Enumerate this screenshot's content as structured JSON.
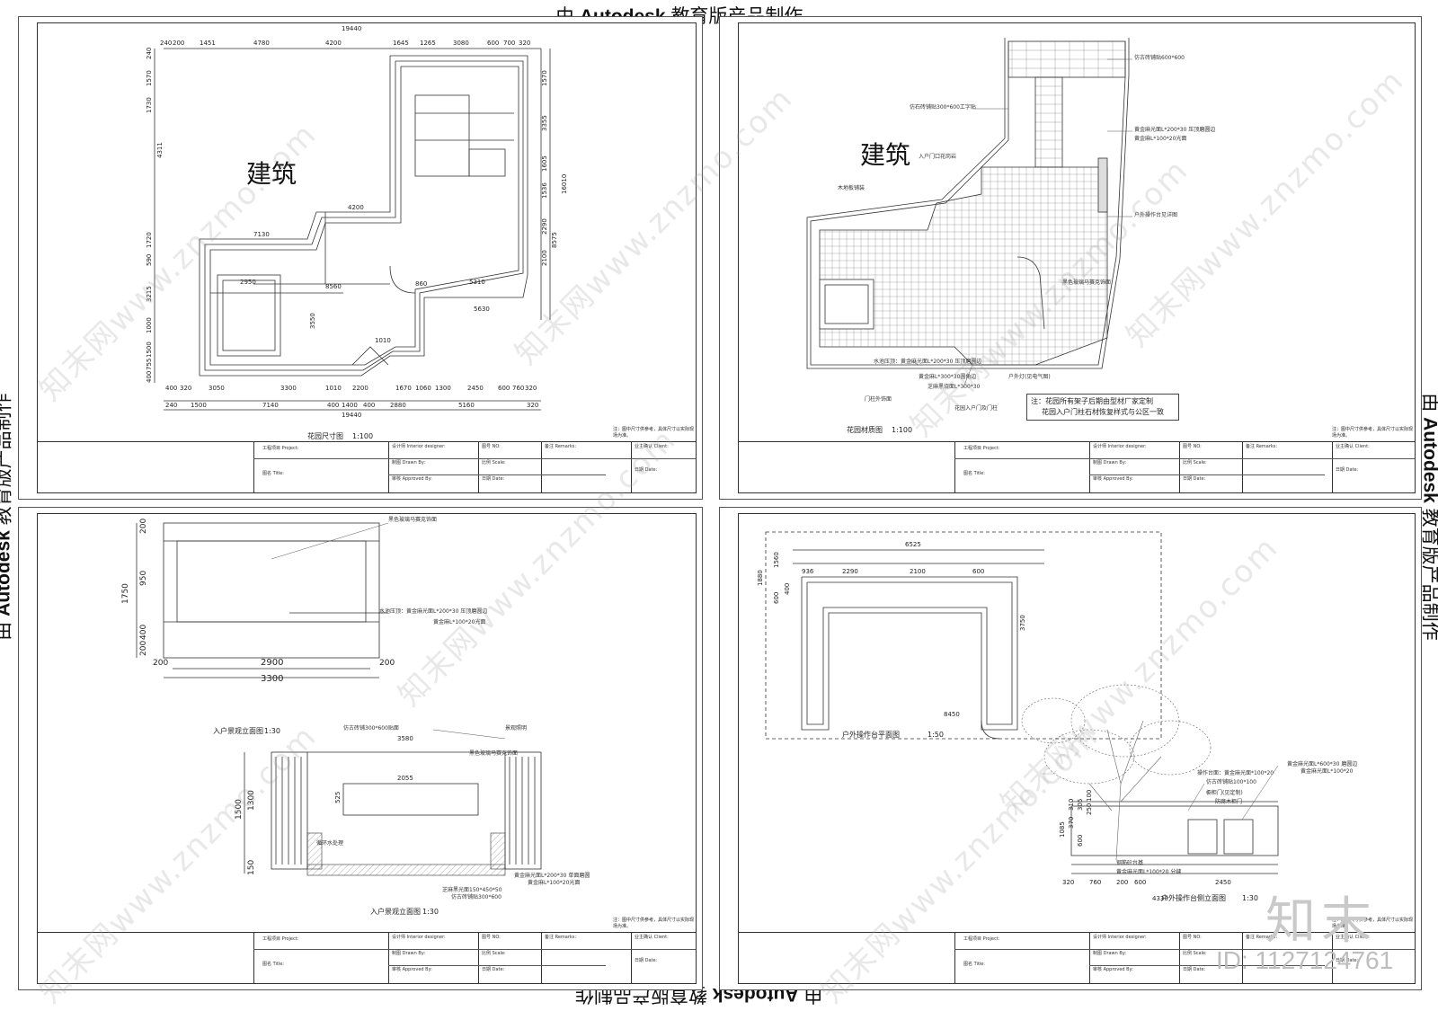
{
  "stamp": {
    "pre": "由 ",
    "brand": "Autodesk",
    "post": " 教育版产品制作"
  },
  "sheets": [
    {
      "id": "tl",
      "label": "建筑",
      "caption": "花园尺寸图",
      "scale": "1:100"
    },
    {
      "id": "tr",
      "label": "建筑",
      "caption": "花园材质图",
      "scale": "1:100"
    },
    {
      "id": "bl",
      "caption1": "入户景观立面图",
      "scale1": "1:30",
      "caption2": "入户景观立面图",
      "scale2": "1:30"
    },
    {
      "id": "br",
      "caption1": "户外操作台平面图",
      "scale1": "1:50",
      "caption2": "户外操作台侧立面图",
      "scale2": "1:30"
    }
  ],
  "title_block": {
    "project": "工程项目  Project:",
    "title": "图名  Title:",
    "designer": "设计师  Interior designer:",
    "drawn": "制图  Drawn By:",
    "approved": "审核  Approved By:",
    "no": "图号  NO:",
    "scale": "比例  Scale:",
    "date": "日期  Date:",
    "remarks": "备注  Remarks:",
    "client": "业主确认  Client:",
    "date2": "日期  Date:"
  },
  "sheet_note": "注：图中尺寸供参考，具体尺寸以实际现场为准。",
  "garden_note_1": "注：花园所有架子后期由型材厂家定制",
  "garden_note_2": "花园入户门柱石材恢复样式与公区一致",
  "dims_tl": {
    "top_total": "19440",
    "bottom_total": "19440",
    "top": [
      "240",
      "200",
      "1451",
      "4780",
      "4200",
      "1645",
      "1265",
      "3080",
      "600",
      "700",
      "320"
    ],
    "bottom1": [
      "400",
      "320",
      "3050",
      "3300",
      "1010",
      "2200",
      "1670",
      "1060",
      "1300",
      "2450",
      "600",
      "760",
      "320"
    ],
    "bottom2": [
      "240",
      "1500",
      "7140",
      "400",
      "1400",
      "400",
      "2880",
      "5160",
      "320"
    ],
    "left": [
      "240",
      "1570",
      "1730",
      "4311",
      "1720",
      "590",
      "3215",
      "1000",
      "1500",
      "755",
      "400"
    ],
    "right": [
      "1570",
      "3355",
      "1605",
      "1536",
      "2290",
      "2100",
      "8575",
      "16010"
    ],
    "inner": [
      "4200",
      "7130",
      "2950",
      "8560",
      "5630",
      "5310",
      "860",
      "1010",
      "3550"
    ]
  },
  "ann_tr": [
    "仿古砖铺贴600*600",
    "黄金麻光面L*200*30 压顶磨圆边",
    "黄金麻L*100*20光面",
    "户外操作台见详图",
    "入户门口花岗岩",
    "仿石砖铺贴300*600工字贴",
    "木地板铺装",
    "黑色玻璃马赛克饰面",
    "水池压顶：黄金麻光面L*200*30 压顶磨圆边",
    "黄金麻L*300*30圆角边",
    "芝麻黑烧面L*300*30",
    "户外灯(见电气图)",
    "门柱外饰面",
    "花园入户门及门柱"
  ],
  "dims_bl": {
    "top_w": "3300",
    "inner_w": "2900",
    "side": "200",
    "h_total": "1750",
    "h1": "200",
    "h2": "950",
    "h3": "400",
    "h4": "200",
    "h5": "1500",
    "h6": "1300",
    "h7": "150",
    "w2": "3580",
    "w3": "2055",
    "w4": "525"
  },
  "ann_bl": [
    "黑色玻璃马赛克饰面",
    "水池压顶：黄金麻光面L*200*30 压顶磨圆边",
    "黄金麻L*100*20光面",
    "仿古砖铺300*600贴面",
    "黑色玻璃马赛克饰面",
    "芝麻黑光面150*450*50",
    "仿古砖铺贴300*600",
    "黄金麻光面L*200*30 单面磨圆",
    "黄金麻L*100*20光面",
    "循环水处理",
    "景观照明"
  ],
  "dims_br": {
    "top": "6525",
    "row": [
      "936",
      "2290",
      "2100",
      "600"
    ],
    "left": [
      "1880",
      "1560",
      "400",
      "600"
    ],
    "h": "3750",
    "r": "8450",
    "bottom": [
      "320",
      "760",
      "200",
      "600",
      "2450"
    ],
    "bottom_total": "4330",
    "side": [
      "1085",
      "310",
      "370",
      "600",
      "250",
      "305",
      "100"
    ]
  },
  "ann_br": [
    "黄金麻光面L*600*30 磨圆边",
    "黄金麻光面L*100*20",
    "仿古砖铺贴100*100",
    "橱柜门(见定制)",
    "操作台面：黄金麻光面*100*20",
    "防腐木柜门",
    "钢筋砼台基",
    "黄金麻光面L*100*20 分缝"
  ],
  "watermark": "知末网www.znzmo.com",
  "logo": "知末",
  "id": "ID: 1127124761"
}
